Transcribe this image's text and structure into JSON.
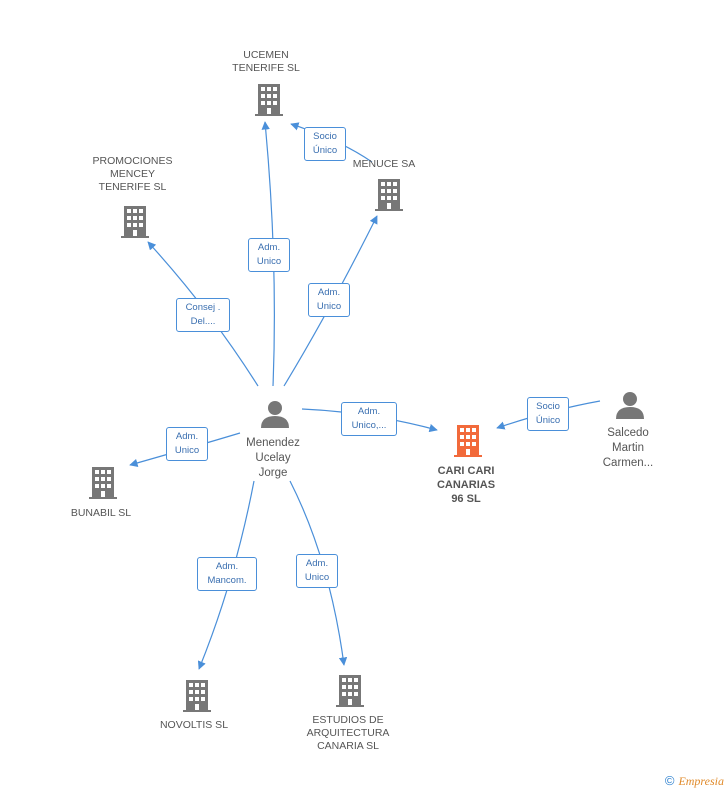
{
  "colors": {
    "edge": "#4a8fd9",
    "building": "#777777",
    "focus": "#f26a3b",
    "person": "#777777"
  },
  "nodes": {
    "ucemen": "UCEMEN\nTENERIFE  SL",
    "promociones": "PROMOCIONES\nMENCEY\nTENERIFE  SL",
    "menuce": "MENUCE SA",
    "menendez": "Menendez\nUcelay\nJorge",
    "cari": "CARI CARI\nCANARIAS\n96 SL",
    "salcedo": "Salcedo\nMartin\nCarmen...",
    "bunabil": "BUNABIL SL",
    "novoltis": "NOVOLTIS SL",
    "estudios": "ESTUDIOS DE\nARQUITECTURA\nCANARIA SL"
  },
  "edges": {
    "socio_unico_ucemen": "Socio\nÚnico",
    "adm_unico_ucemen": "Adm.\nUnico",
    "consej": "Consej .\nDel....",
    "adm_unico_menuce": "Adm.\nUnico",
    "adm_unico_cari": "Adm.\nUnico,...",
    "socio_unico_cari": "Socio\nÚnico",
    "adm_unico_bunabil": "Adm.\nUnico",
    "adm_mancom": "Adm.\nMancom.",
    "adm_unico_estudios": "Adm.\nUnico"
  },
  "footer": {
    "copyright": "©",
    "brand": "Empresia"
  }
}
